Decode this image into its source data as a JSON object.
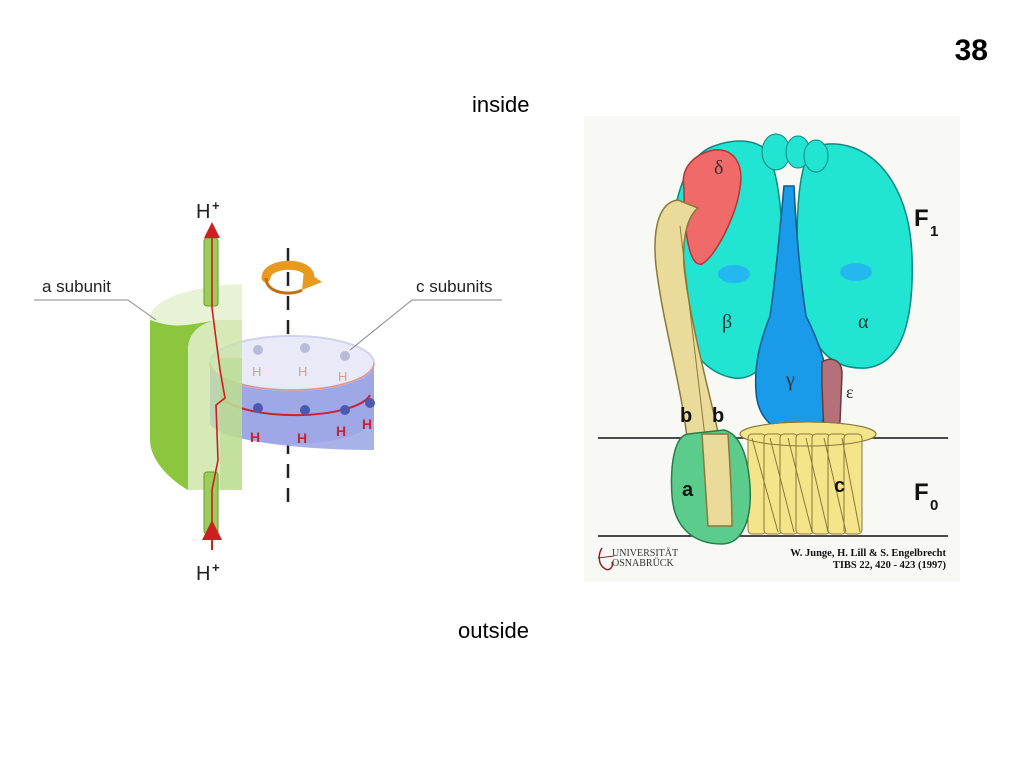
{
  "slide": {
    "number": "38"
  },
  "labels": {
    "inside": "inside",
    "outside": "outside"
  },
  "left_diagram": {
    "proton_top": "H",
    "proton_bottom": "H",
    "plus": "+",
    "a_subunit": "a subunit",
    "c_subunits": "c subunits",
    "h_site": "H"
  },
  "right_diagram": {
    "delta": "δ",
    "beta": "β",
    "alpha": "α",
    "gamma": "γ",
    "epsilon": "ε",
    "b1": "b",
    "b2": "b",
    "a": "a",
    "c": "c",
    "f1_main": "F",
    "f1_sub": "1",
    "f0_main": "F",
    "f0_sub": "0",
    "university_line1": "UNIVERSITÄT",
    "university_line2": "OSNABRÜCK",
    "credit_line1": "W. Junge, H. Lill & S. Engelbrecht",
    "credit_line2": "TIBS 22, 420 - 423 (1997)"
  },
  "colors": {
    "a_subunit_green": "#8cc63f",
    "c_ring_blue": "#9fa8e6",
    "head_cyan": "#22e4d2",
    "gamma_blue": "#1a9bea",
    "delta_red": "#f06a6a",
    "stalk_tan": "#eadb9a",
    "a_green": "#5ccc8c",
    "c_yellow": "#f4e48a",
    "epsilon_mauve": "#b5707a",
    "proton_arrow_red": "#cc2020"
  }
}
